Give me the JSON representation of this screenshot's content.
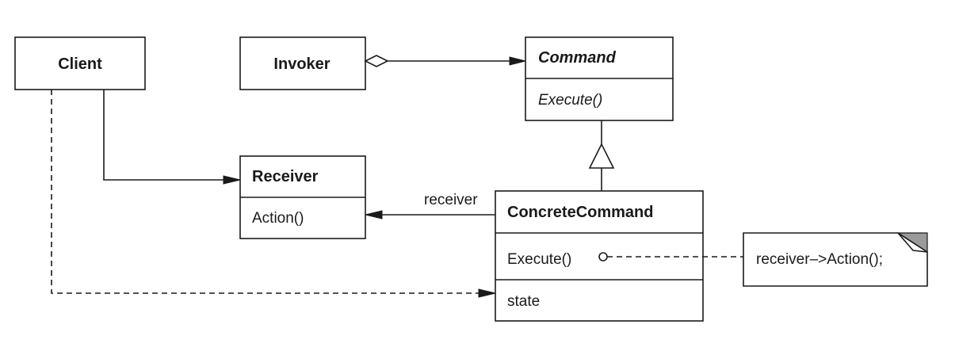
{
  "classes": {
    "client": {
      "name": "Client"
    },
    "invoker": {
      "name": "Invoker"
    },
    "command": {
      "name": "Command",
      "operation": "Execute()"
    },
    "receiver": {
      "name": "Receiver",
      "operation": "Action()"
    },
    "concrete_command": {
      "name": "ConcreteCommand",
      "operation": "Execute()",
      "attribute": "state"
    }
  },
  "associations": {
    "receiver_role": "receiver"
  },
  "note": {
    "text": "receiver–>Action();"
  }
}
